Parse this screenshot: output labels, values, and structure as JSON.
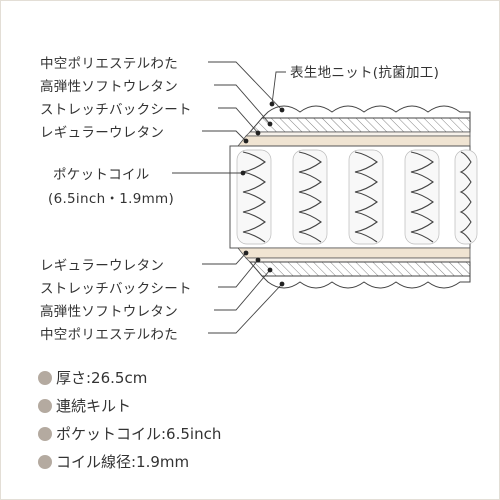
{
  "labels_top": [
    "中空ポリエステルわた",
    "高弾性ソフトウレタン",
    "ストレッチバックシート",
    "レギュラーウレタン"
  ],
  "label_fabric": "表生地ニット(抗菌加工)",
  "label_coil_name": "ポケットコイル",
  "label_coil_spec": "(6.5inch・1.9mm)",
  "labels_bottom": [
    "レギュラーウレタン",
    "ストレッチバックシート",
    "高弾性ソフトウレタン",
    "中空ポリエステルわた"
  ],
  "specs": [
    "厚さ:26.5cm",
    "連続キルト",
    "ポケットコイル:6.5inch",
    "コイル線径:1.9mm"
  ],
  "colors": {
    "background": "#ffffff",
    "border": "#e3ded6",
    "text": "#333333",
    "bullet": "#b4aaa0",
    "urethane": "#f0e4d2"
  },
  "icons": [
    "bullet-dot-icon"
  ]
}
